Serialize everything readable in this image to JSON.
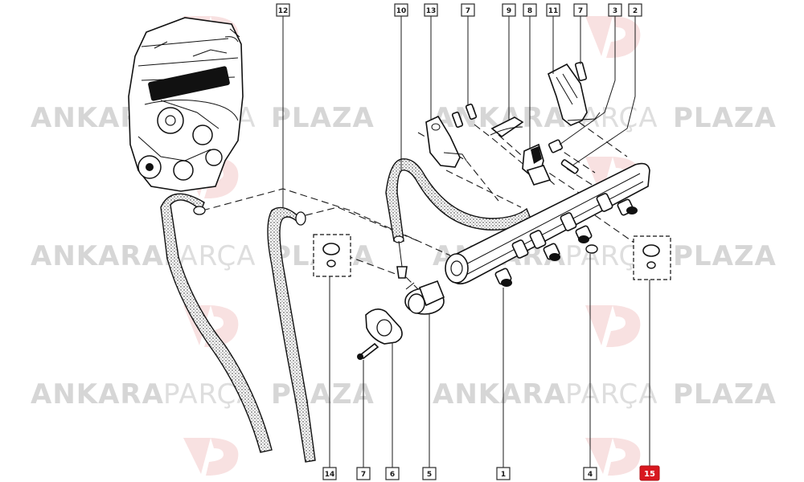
{
  "watermark": {
    "word1": "ANKARA",
    "word2": "PARÇA",
    "word3": "PLAZA",
    "logo_text": "AP",
    "colors": {
      "text": "#d6d6d6",
      "logo": "#f3c9c9"
    }
  },
  "callouts": [
    {
      "label": "12",
      "highlighted": false
    },
    {
      "label": "10",
      "highlighted": false
    },
    {
      "label": "13",
      "highlighted": false
    },
    {
      "label": "7",
      "highlighted": false
    },
    {
      "label": "9",
      "highlighted": false
    },
    {
      "label": "8",
      "highlighted": false
    },
    {
      "label": "11",
      "highlighted": false
    },
    {
      "label": "7",
      "highlighted": false
    },
    {
      "label": "3",
      "highlighted": false
    },
    {
      "label": "2",
      "highlighted": false
    },
    {
      "label": "14",
      "highlighted": false
    },
    {
      "label": "7",
      "highlighted": false
    },
    {
      "label": "6",
      "highlighted": false
    },
    {
      "label": "5",
      "highlighted": false
    },
    {
      "label": "1",
      "highlighted": false
    },
    {
      "label": "4",
      "highlighted": false
    },
    {
      "label": "15",
      "highlighted": true
    }
  ],
  "colors": {
    "highlight": "#d8181f",
    "line": "#111111",
    "background": "#ffffff"
  },
  "icons": [
    "engine-icon",
    "fuel-rail-icon",
    "hose-icon",
    "o-ring-icon",
    "screw-icon",
    "bracket-icon",
    "pressure-regulator-icon",
    "gasket-icon",
    "injector-icon"
  ]
}
